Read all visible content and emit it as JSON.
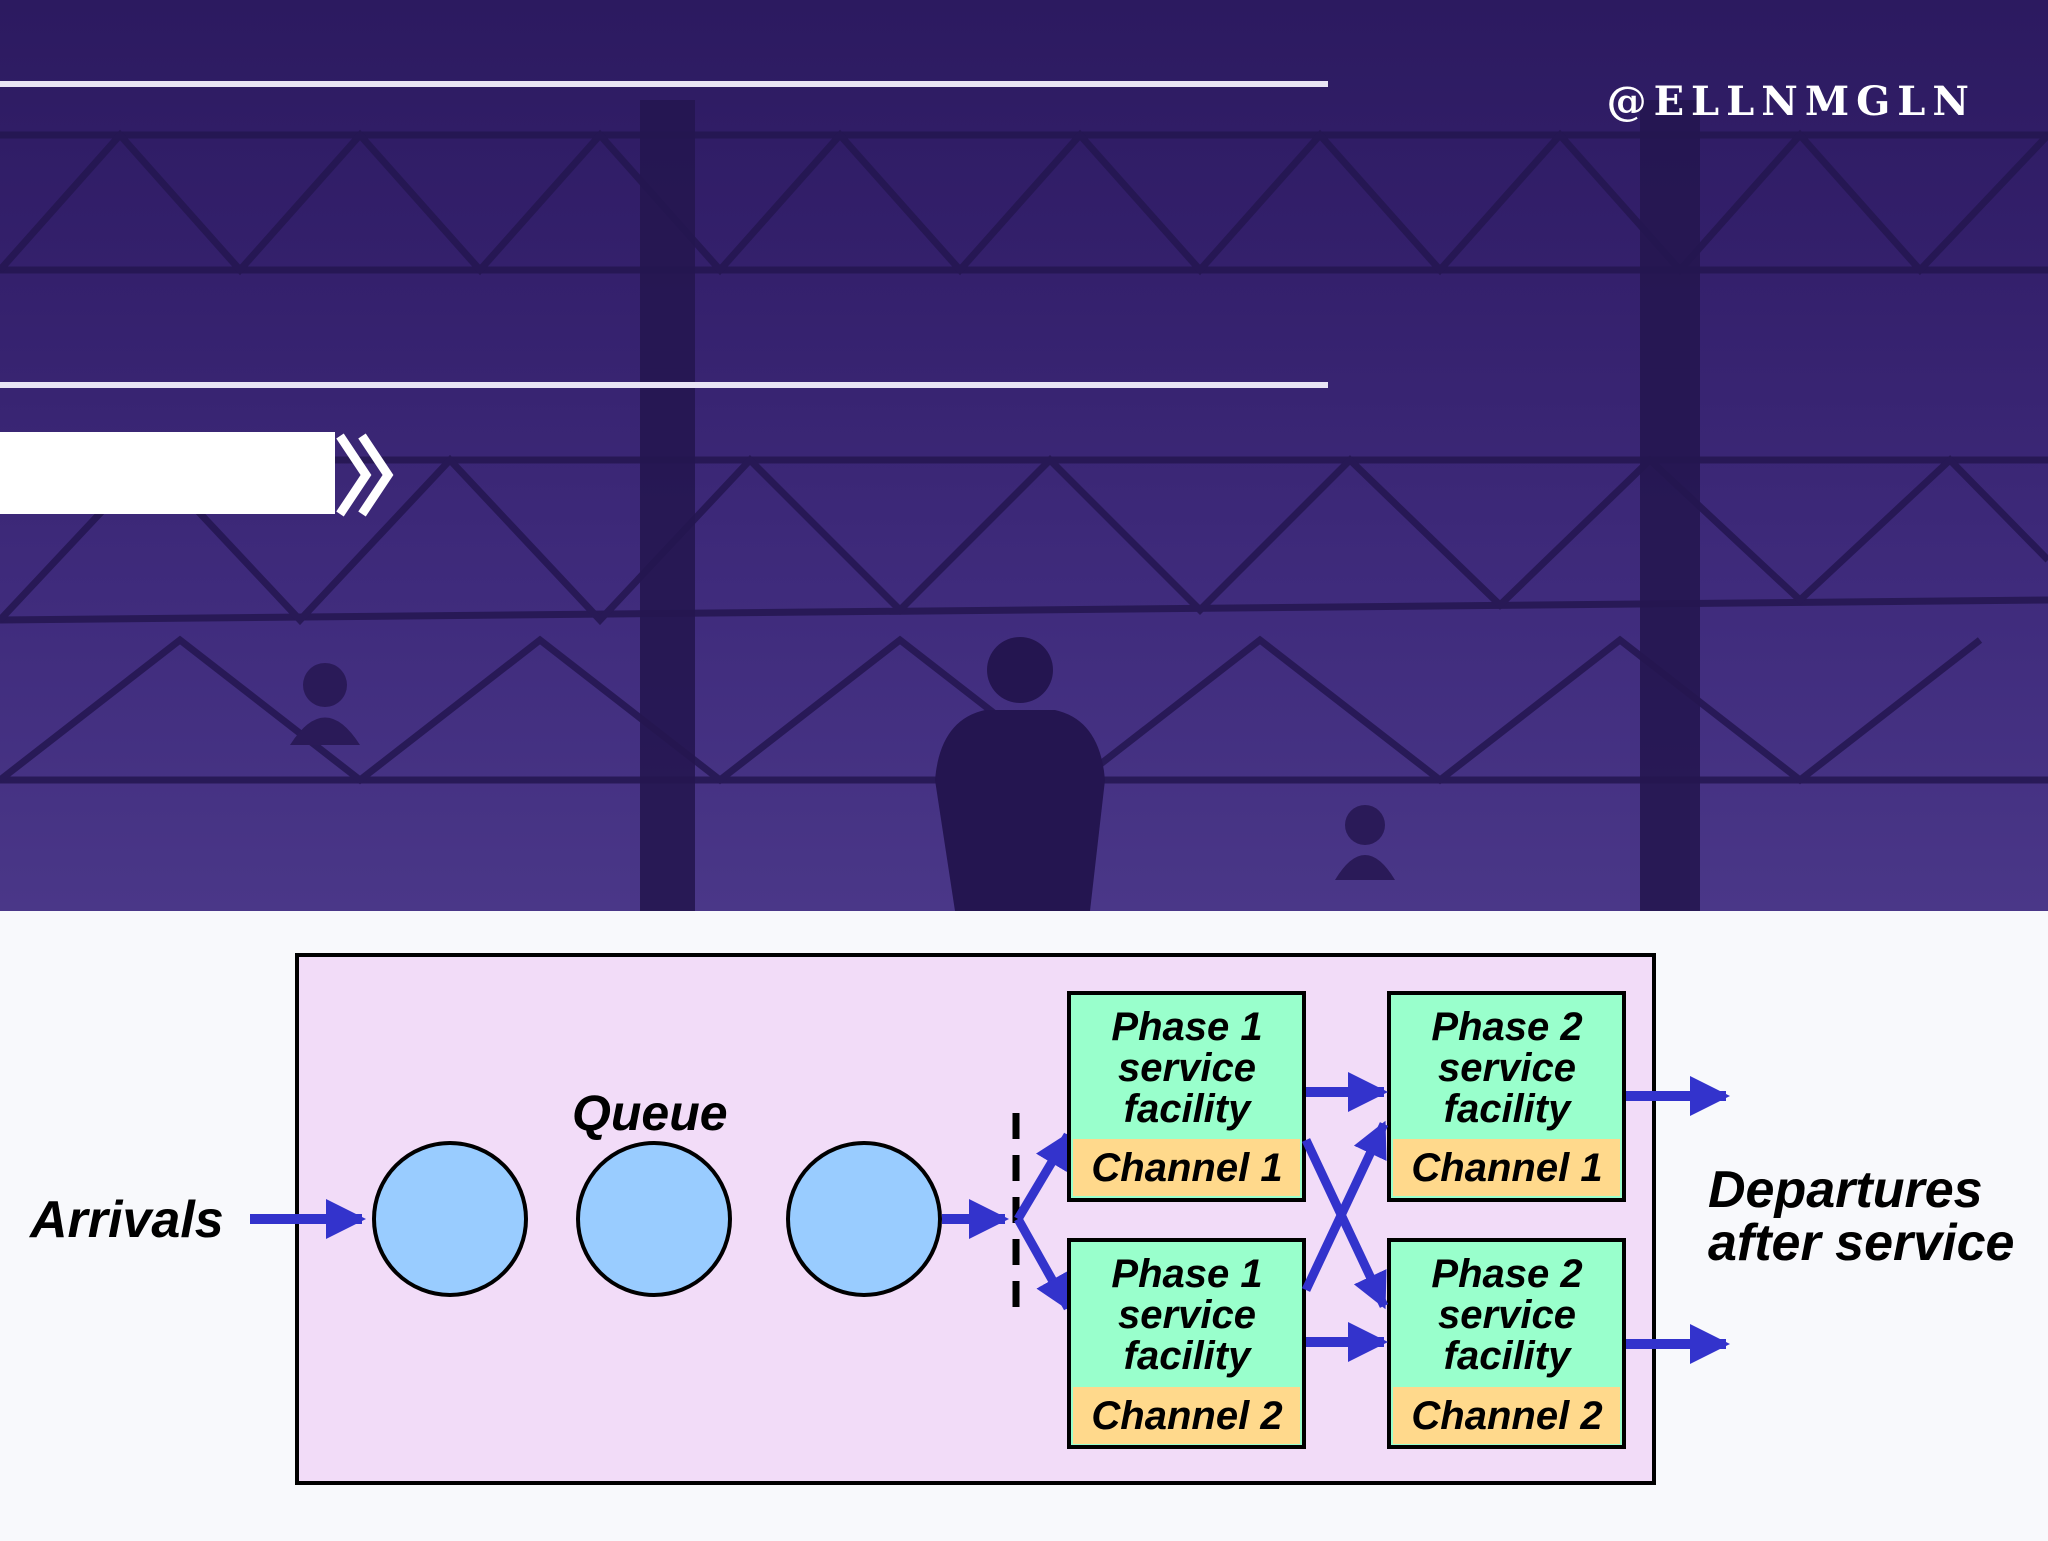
{
  "banner": {
    "handle": "@ELLNMGLN",
    "colors": {
      "dark": "#2c1a60",
      "light": "#4a3788",
      "accent_line": "#e8e4f4"
    }
  },
  "diagram": {
    "arrivals_label": "Arrivals",
    "queue_label": "Queue",
    "departures_label_line1": "Departures",
    "departures_label_line2": "after service",
    "facilities": [
      {
        "phase_line1": "Phase 1",
        "phase_line2": "service",
        "phase_line3": "facility",
        "channel": "Channel 1"
      },
      {
        "phase_line1": "Phase 1",
        "phase_line2": "service",
        "phase_line3": "facility",
        "channel": "Channel 2"
      },
      {
        "phase_line1": "Phase 2",
        "phase_line2": "service",
        "phase_line3": "facility",
        "channel": "Channel 1"
      },
      {
        "phase_line1": "Phase 2",
        "phase_line2": "service",
        "phase_line3": "facility",
        "channel": "Channel 2"
      }
    ],
    "colors": {
      "system_bg": "#f2dcf8",
      "queue_circle": "#99ccff",
      "facility_green": "#99ffcc",
      "channel_yellow": "#ffd98c",
      "arrow": "#3333cc"
    }
  }
}
